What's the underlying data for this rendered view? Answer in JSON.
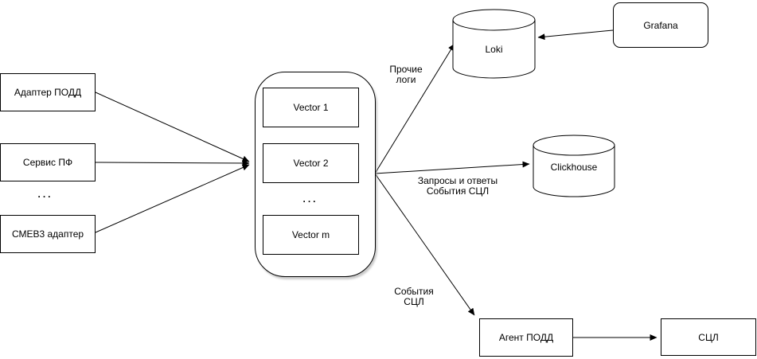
{
  "nodes": {
    "adapter_podd": "Адаптер ПОДД",
    "service_pf": "Сервис ПФ",
    "smev3_adapter": "СМЕВ3 адаптер",
    "vector_1": "Vector 1",
    "vector_2": "Vector 2",
    "vector_m": "Vector m",
    "loki": "Loki",
    "clickhouse": "Clickhouse",
    "grafana": "Grafana",
    "agent_podd": "Агент ПОДД",
    "scl": "СЦЛ"
  },
  "ellipsis": {
    "sources": "...",
    "vectors": "..."
  },
  "edge_labels": {
    "other_logs": "Прочие\nлоги",
    "requests_responses_events": "Запросы и ответы\nСобытия СЦЛ",
    "events_scl": "События\nСЦЛ"
  },
  "colors": {
    "stroke": "#000000",
    "fill": "#ffffff",
    "background": "#ffffff"
  }
}
